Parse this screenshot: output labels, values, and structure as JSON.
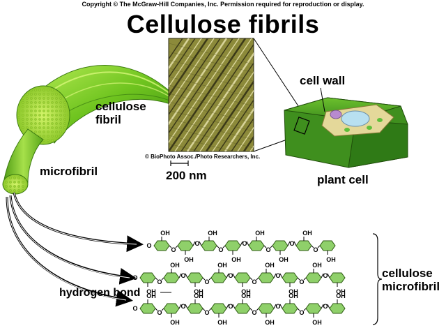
{
  "copyright": "Copyright © The McGraw-Hill Companies, Inc. Permission required for reproduction or display.",
  "title": "Cellulose fibrils",
  "labels": {
    "cellulose_fibril_line1": "cellulose",
    "cellulose_fibril_line2": "fibril",
    "microfibril": "microfibril",
    "cell_wall": "cell wall",
    "plant_cell": "plant cell",
    "scale_bar": "200 nm",
    "photo_credit": "© BioPhoto Assoc./Photo Researchers, Inc.",
    "hydrogen_bond": "hydrogen bond",
    "cellulose_microfibril_line1": "cellulose",
    "cellulose_microfibril_line2": "microfibril"
  },
  "chem": {
    "oh": "OH",
    "o": "O"
  },
  "colors": {
    "fibril_green": "#7ccf2a",
    "fibril_light": "#c8f06a",
    "ring_fill": "#8fd06a",
    "ring_stroke": "#2d5a12",
    "photo_base": "#8c8a3a",
    "cell_wall_green": "#3f8f1e"
  }
}
